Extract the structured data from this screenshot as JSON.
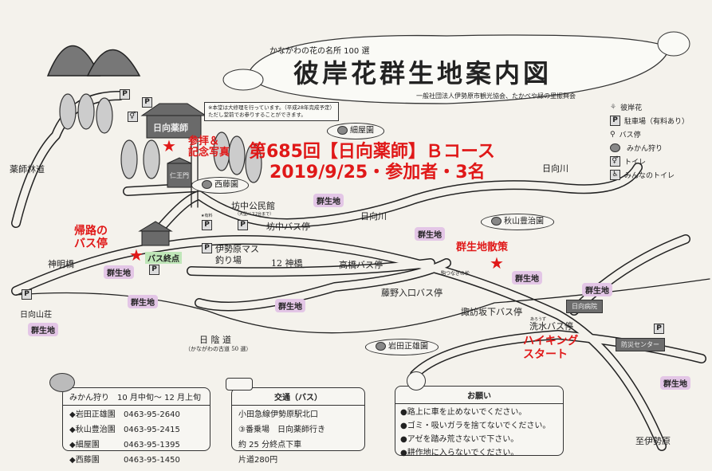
{
  "header": {
    "subtitle": "かながわの花の名所 100 選",
    "title": "彼岸花群生地案内図",
    "organizers": "一般社団法人伊勢原市観光協会、たかべや緑の里振興会"
  },
  "overlay": {
    "line1": "第685回【日向薬師】Ｂコース",
    "line2": "2019/9/25・参加者・3名"
  },
  "legend": [
    {
      "icon": "higanbana-icon",
      "label": "彼岸花"
    },
    {
      "icon": "parking-icon",
      "label": "駐車場（有料あり）"
    },
    {
      "icon": "bus-stop-icon",
      "label": "バス停"
    },
    {
      "icon": "mikan-icon",
      "label": "みかん狩り"
    },
    {
      "icon": "toilet-icon",
      "label": "トイレ"
    },
    {
      "icon": "accessible-toilet-icon",
      "label": "みんなのトイレ"
    }
  ],
  "note": {
    "line1": "※本堂は大修理を行っています。（平成28年完成予定）",
    "line2": "ただし堂前でお参りすることができます。"
  },
  "places": {
    "temple": "日向薬師",
    "niomon": "仁王門",
    "yakushi_rindo": "薬師林道",
    "hosoya": "細屋園",
    "saito": "西藤園",
    "akiyama": "秋山豊治園",
    "iwata": "岩田正雄園",
    "hinata_river_1": "日向川",
    "hinata_river_2": "日向川",
    "bochu_hall": "坊中公民館",
    "bochu_hall_note": "（大型バス2台まで）",
    "bochu_bus": "坊中バス停",
    "bus_terminal": "バス終点",
    "masu": "伊勢原マス\n釣り場",
    "jinkyo": "12 神橋",
    "takahashi_bus": "高橋バス停",
    "koma_pine": "駒つなぎの松",
    "fujino_bus": "藤野入口バス停",
    "suwa_bus": "諏訪坂下バス停",
    "arau_ruby": "あろうず",
    "arau_bus": "洗水バス停",
    "hospital": "日向病院",
    "center": "防災センター",
    "shinmei": "神明橋",
    "sanso": "日向山荘",
    "hikage": "日 陰 道",
    "hikage_note": "（かながわの古道 50 選）",
    "to_isehara": "至伊勢原",
    "paid": "★有料",
    "gunsei": "群生地"
  },
  "annotations": {
    "sanpai": "参拝＆\n記念写真",
    "kiro": "帰路の\nバス停",
    "sansaku": "群生地散策",
    "start": "ハイキング\nスタート"
  },
  "mikan_box": {
    "title": "みかん狩り　10 月中旬～ 12 月上旬",
    "rows": [
      {
        "name": "◆岩田正雄園",
        "tel": "0463-95-2640"
      },
      {
        "name": "◆秋山豊治園",
        "tel": "0463-95-2415"
      },
      {
        "name": "◆細屋園",
        "tel": "0463-95-1395"
      },
      {
        "name": "◆西藤園",
        "tel": "0463-95-1450"
      }
    ]
  },
  "bus_box": {
    "title": "交通（バス）",
    "lines": [
      "小田急線伊勢原駅北口",
      "③番乗場　日向薬師行き",
      "約 25 分終点下車",
      "片道280円"
    ]
  },
  "request_box": {
    "title": "お願い",
    "lines": [
      "●路上に車を止めないでください。",
      "●ゴミ・吸いガラを捨てないでください。",
      "●アゼを踏み荒さないで下さい。",
      "●耕作地に入らないでください。"
    ]
  },
  "colors": {
    "red": "#e01818",
    "gunsei_bg": "#e3c6e6",
    "terminal_bg": "#bfe6b8"
  }
}
